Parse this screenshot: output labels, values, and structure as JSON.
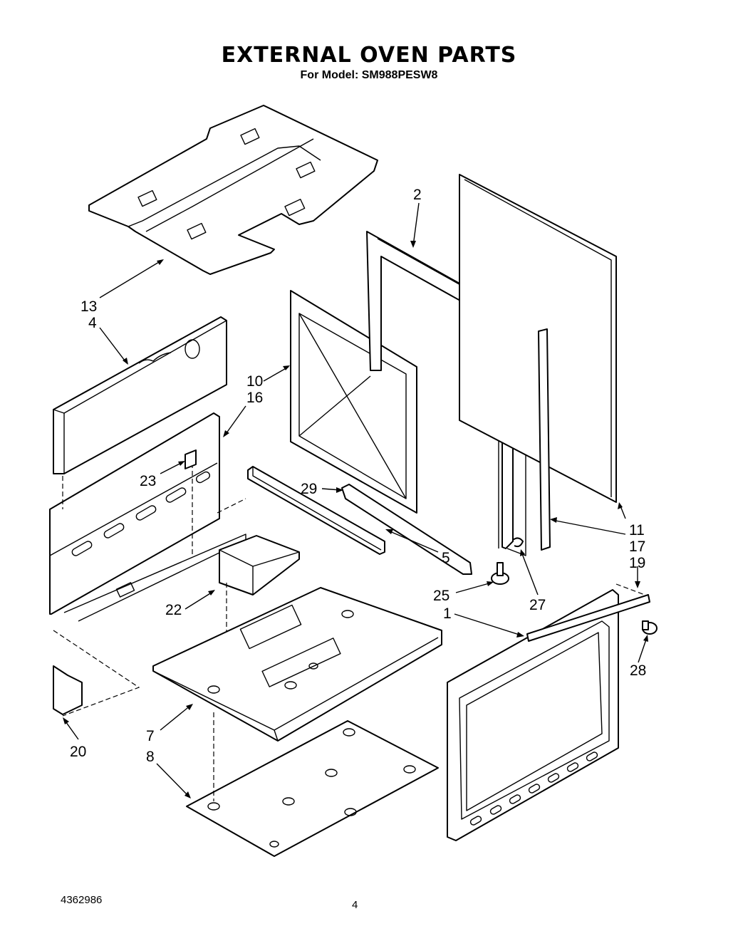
{
  "header": {
    "title": "EXTERNAL OVEN PARTS",
    "model_line": "For Model: SM988PESW8"
  },
  "footer": {
    "doc_number": "4362986",
    "page_number": "4"
  },
  "callouts": {
    "c13": "13",
    "c4": "4",
    "c2": "2",
    "c10": "10",
    "c16": "16",
    "c23": "23",
    "c29": "29",
    "c11": "11",
    "c17": "17",
    "c19": "19",
    "c5": "5",
    "c25": "25",
    "c27": "27",
    "c22": "22",
    "c1": "1",
    "c28": "28",
    "c7": "7",
    "c20": "20",
    "c8": "8"
  }
}
